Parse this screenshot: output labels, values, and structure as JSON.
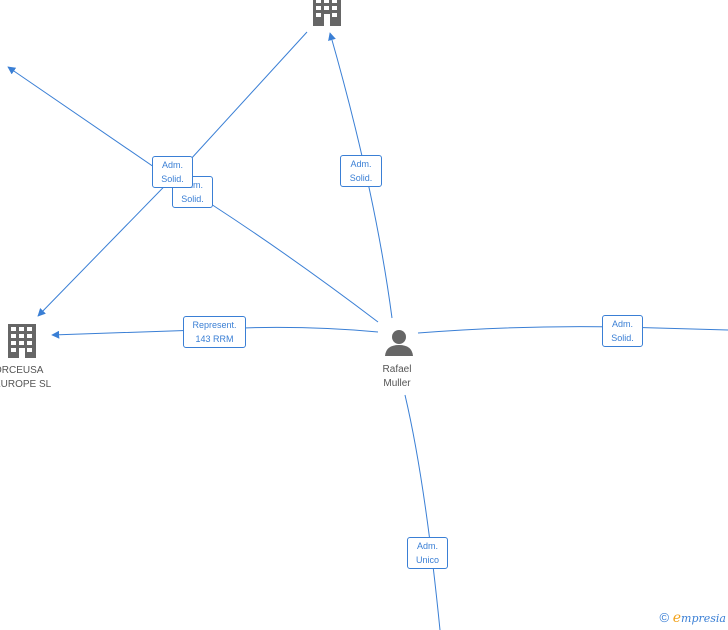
{
  "nodes": {
    "center": {
      "line1": "Rafael",
      "line2": "Muller",
      "icon": "person-icon"
    },
    "left": {
      "line1": "ORCEUSA",
      "line2": "EUROPE  SL",
      "icon": "building-icon"
    },
    "top": {
      "icon": "building-icon"
    }
  },
  "edges": [
    {
      "line1": "Adm.",
      "line2": "Solid."
    },
    {
      "line1": "Adm.",
      "line2": "Solid."
    },
    {
      "line1": "Adm.",
      "line2": "Solid."
    },
    {
      "line1": "Represent.",
      "line2": "143 RRM"
    },
    {
      "line1": "Adm.",
      "line2": "Solid."
    },
    {
      "line1": "Adm.",
      "line2": "Unico"
    }
  ],
  "watermark": {
    "symbol": "©",
    "brand_first": "e",
    "brand_rest": "mpresia"
  },
  "colors": {
    "edge": "#3a7fd5",
    "node": "#666666",
    "brand_accent": "#f2a31b"
  }
}
